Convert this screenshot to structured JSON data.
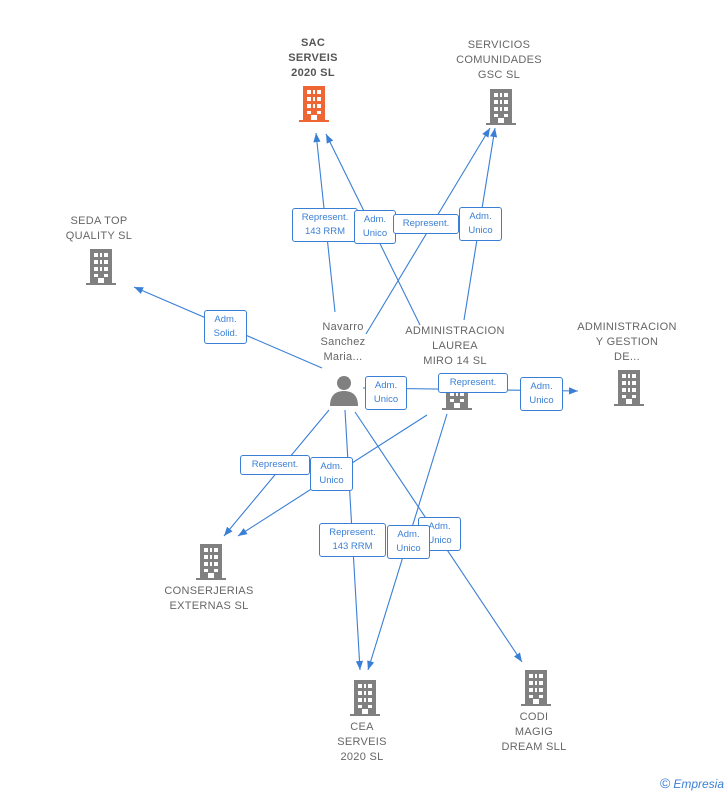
{
  "nodes": {
    "sac": {
      "label": [
        "SAC",
        "SERVEIS",
        "2020  SL"
      ],
      "color": "#ee6633"
    },
    "servicios": {
      "label": [
        "SERVICIOS",
        "COMUNIDADES",
        "GSC  SL"
      ],
      "color": "#808080"
    },
    "seda": {
      "label": [
        "SEDA TOP",
        "QUALITY  SL"
      ],
      "color": "#808080"
    },
    "navarro": {
      "label": [
        "Navarro",
        "Sanchez",
        "Maria..."
      ],
      "color": "#808080"
    },
    "laurea": {
      "label": [
        "ADMINISTRACION",
        "LAUREA",
        "MIRO 14  SL"
      ],
      "color": "#808080"
    },
    "gestion": {
      "label": [
        "ADMINISTRACION",
        "Y GESTION",
        "DE..."
      ],
      "color": "#808080"
    },
    "conserjerias": {
      "label": [
        "CONSERJERIAS",
        "EXTERNAS  SL"
      ],
      "color": "#808080"
    },
    "cea": {
      "label": [
        "CEA",
        "SERVEIS",
        "2020  SL"
      ],
      "color": "#808080"
    },
    "codi": {
      "label": [
        "CODI",
        "MAGIG",
        "DREAM SLL"
      ],
      "color": "#808080"
    }
  },
  "edge_labels": {
    "represent_rrm_1": [
      "Represent.",
      "143 RRM"
    ],
    "adm_unico_1": [
      "Adm.",
      "Unico"
    ],
    "represent_1": [
      "Represent."
    ],
    "adm_unico_2": [
      "Adm.",
      "Unico"
    ],
    "adm_solid": [
      "Adm.",
      "Solid."
    ],
    "adm_unico_3": [
      "Adm.",
      "Unico"
    ],
    "represent_2": [
      "Represent."
    ],
    "adm_unico_4": [
      "Adm.",
      "Unico"
    ],
    "represent_3": [
      "Represent."
    ],
    "adm_unico_5": [
      "Adm.",
      "Unico"
    ],
    "represent_rrm_2": [
      "Represent.",
      "143 RRM"
    ],
    "adm_unico_6": [
      "Adm.",
      "Unico"
    ],
    "adm_unico_7": [
      "Adm.",
      "Unico"
    ]
  },
  "brand": {
    "copyright": "©",
    "name": "Empresia"
  },
  "colors": {
    "edge": "#3a7fd5",
    "building": "#808080",
    "building_highlight": "#ee6633"
  }
}
